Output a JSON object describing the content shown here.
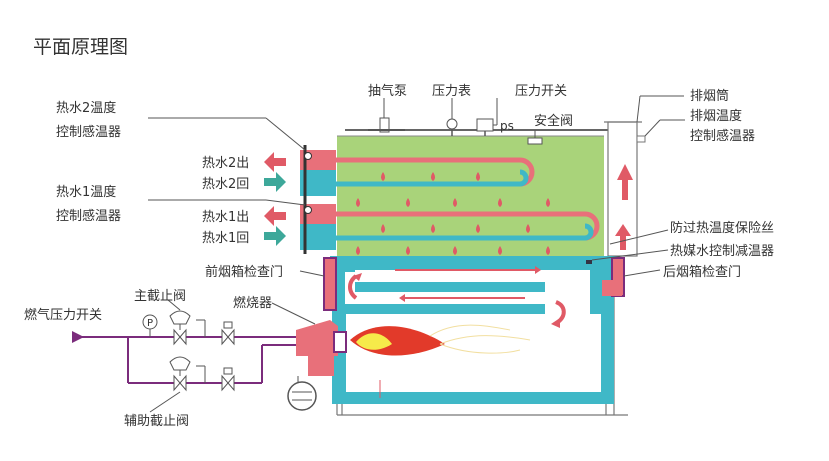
{
  "title": "平面原理图",
  "labels": {
    "pump": "抽气泵",
    "gauge": "压力表",
    "pressure_switch": "压力开关",
    "ps": "ps",
    "safety_valve": "安全阀",
    "chimney": "排烟筒",
    "exhaust_sensor_l1": "排烟温度",
    "exhaust_sensor_l2": "控制感温器",
    "hw2_sensor_l1": "热水2温度",
    "hw2_sensor_l2": "控制感温器",
    "hw2_out": "热水2出",
    "hw2_in": "热水2回",
    "hw1_sensor_l1": "热水1温度",
    "hw1_sensor_l2": "控制感温器",
    "hw1_out": "热水1出",
    "hw1_in": "热水1回",
    "fuse": "防过热温度保险丝",
    "media_sensor": "热媒水控制减温器",
    "front_door": "前烟箱检查门",
    "rear_door": "后烟箱检查门",
    "burner": "燃烧器",
    "main_valve": "主截止阀",
    "gas_switch": "燃气压力开关",
    "aux_valve": "辅助截止阀",
    "gauge_p": "P"
  },
  "colors": {
    "water_tank": "#a9d37a",
    "furnace": "#3fb8c7",
    "hot_pipe": "#e8707a",
    "cold_pipe": "#3fb8c7",
    "gas_line": "#7b2c7c",
    "box_dark": "#7b2c7c",
    "accent_red": "#e05a66",
    "flame_red": "#e23a2a",
    "flame_yellow": "#f6ea4a"
  }
}
